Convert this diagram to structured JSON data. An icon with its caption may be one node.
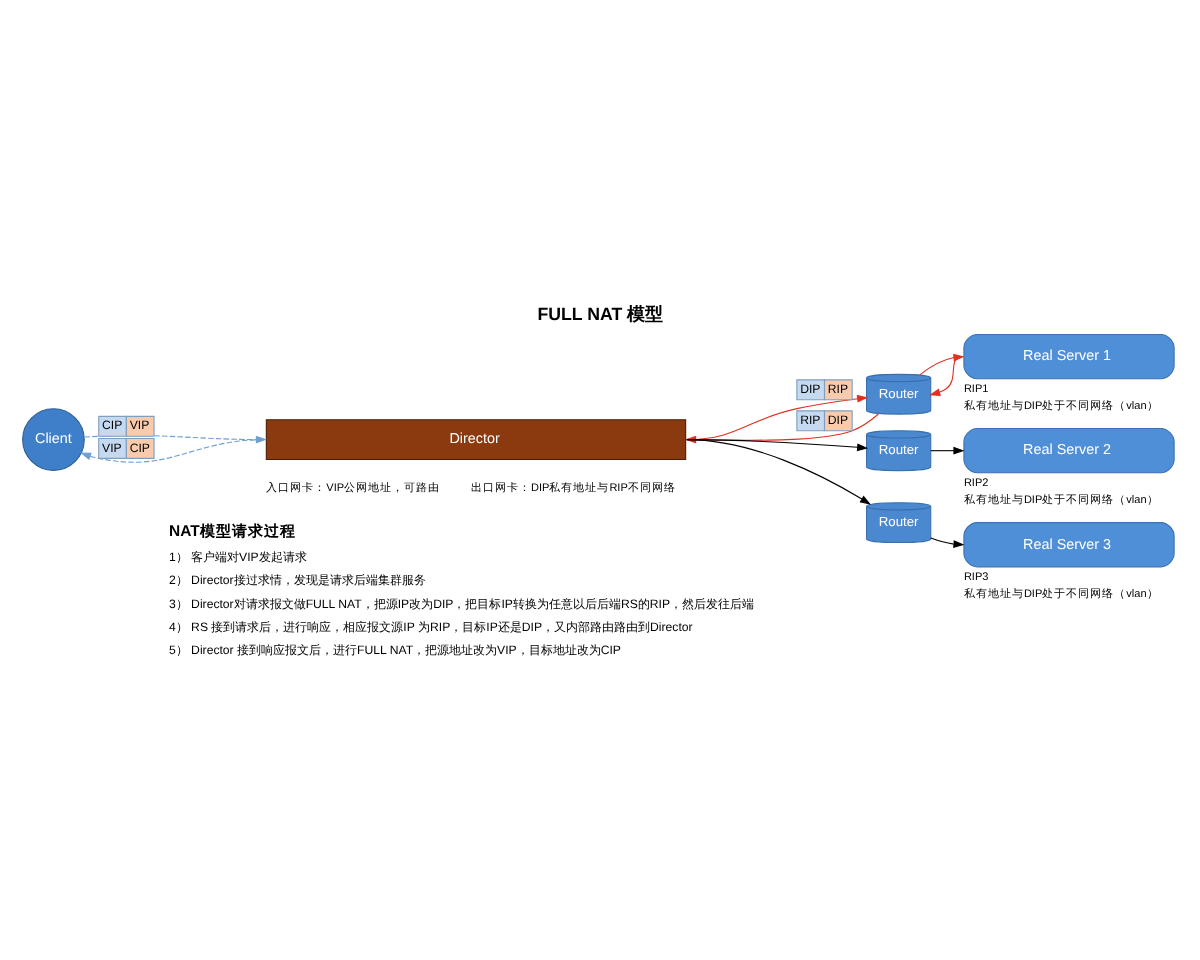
{
  "diagram": {
    "title": "FULL NAT 模型",
    "nodes": [
      {
        "text": [
          "Client"
        ]
      },
      {
        "text": [
          "Director"
        ],
        "beside": [
          "入口网卡：VIP公网地址，可路由",
          "出口网卡：DIP私有地址与RIP不同网络"
        ]
      },
      {
        "text": [
          "Router"
        ]
      },
      {
        "text": [
          "Router"
        ]
      },
      {
        "text": [
          "Router"
        ]
      },
      {
        "text": [
          "Real Server 1"
        ],
        "beside": [
          "RIP1",
          "私有地址与DIP处于不同网络（vlan）"
        ]
      },
      {
        "text": [
          "Real Server 2"
        ],
        "beside": [
          "RIP2",
          "私有地址与DIP处于不同网络（vlan）"
        ]
      },
      {
        "text": [
          "Real Server 3"
        ],
        "beside": [
          "RIP3",
          "私有地址与DIP处于不同网络（vlan）"
        ]
      }
    ],
    "edges": [
      {
        "from": 0,
        "to": 1,
        "arrow": "to",
        "label": "CIP VIP",
        "style": "dashed",
        "color": "#6f9fd4"
      },
      {
        "from": 1,
        "to": 0,
        "arrow": "to",
        "label": "VIP CIP",
        "style": "dashed",
        "color": "#6f9fd4"
      },
      {
        "from": 1,
        "to": 2,
        "arrow": "to",
        "label": "DIP RIP",
        "color": "#e0301e"
      },
      {
        "from": 2,
        "to": 1,
        "arrow": "to",
        "label": "RIP DIP",
        "color": "#e0301e"
      },
      {
        "from": 5,
        "to": 2,
        "arrow": "to",
        "color": "#e0301e"
      },
      {
        "from": 2,
        "to": 5,
        "arrow": "to",
        "color": "#e0301e"
      },
      {
        "from": 1,
        "to": 3,
        "arrow": "to",
        "color": "#000000"
      },
      {
        "from": 3,
        "to": 6,
        "arrow": "to",
        "color": "#000000"
      },
      {
        "from": 1,
        "to": 4,
        "arrow": "to",
        "color": "#000000"
      },
      {
        "from": 4,
        "to": 7,
        "arrow": "to",
        "color": "#000000"
      }
    ],
    "labels": [
      "NAT模型请求过程",
      "1） 客户端对VIP发起请求",
      "2） Director接过求情，发现是请求后端集群服务",
      "3） Director对请求报文做FULL NAT，把源IP改为DIP，把目标IP转换为任意以后后端RS的RIP，然后发往后端",
      "4） RS 接到请求后，进行响应，相应报文源IP 为RIP，目标IP还是DIP，又内部路由路由到Director",
      "5） Director 接到响应报文后，进行FULL NAT，把源地址改为VIP，目标地址改为CIP"
    ]
  }
}
